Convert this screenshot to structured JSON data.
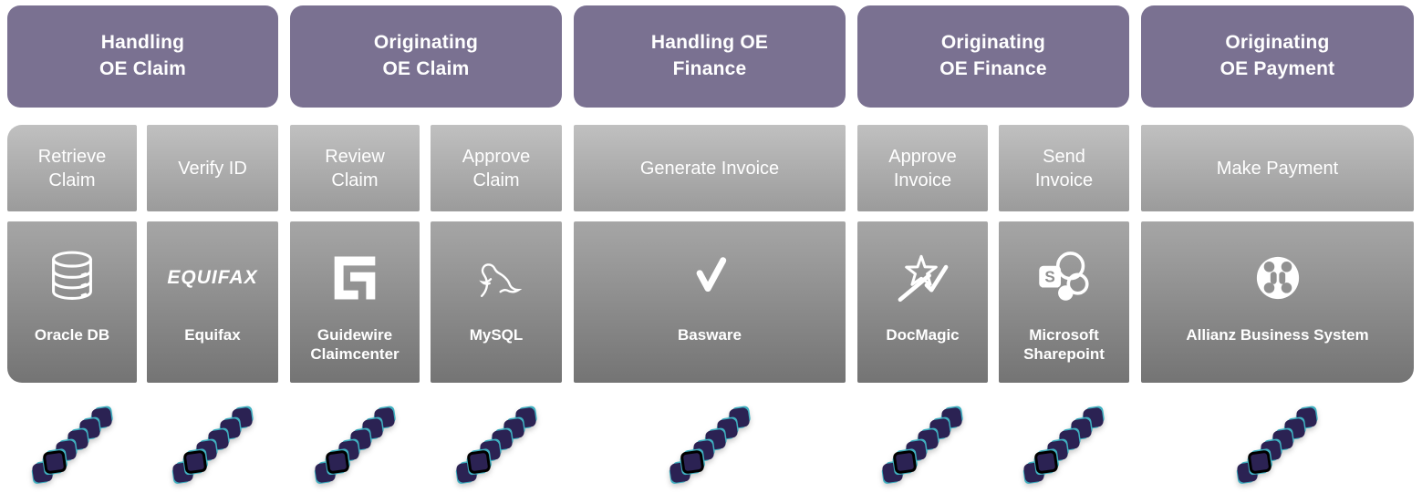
{
  "colors": {
    "header_bg": "#7a7191",
    "step_gradient_top": "#c0c0c0",
    "step_gradient_bottom": "#9b9b9b",
    "system_gradient_top": "#a6a6a6",
    "system_gradient_bottom": "#747474",
    "label_text": "#ffffff",
    "chain_square": "#2b2253",
    "chain_accent": "#3fb0c0",
    "chain_highlight_outline": "#000000"
  },
  "headers": [
    {
      "label": "Handling\nOE Claim"
    },
    {
      "label": "Originating\nOE Claim"
    },
    {
      "label": "Handling OE\nFinance"
    },
    {
      "label": "Originating\nOE Finance"
    },
    {
      "label": "Originating\nOE Payment"
    }
  ],
  "steps": [
    {
      "label": "Retrieve\nClaim"
    },
    {
      "label": "Verify ID"
    },
    {
      "label": "Review\nClaim"
    },
    {
      "label": "Approve\nClaim"
    },
    {
      "label": "Generate Invoice"
    },
    {
      "label": "Approve\nInvoice"
    },
    {
      "label": "Send\nInvoice"
    },
    {
      "label": "Make Payment"
    }
  ],
  "systems": [
    {
      "name": "Oracle DB",
      "icon": "database-icon"
    },
    {
      "name": "Equifax",
      "icon": "equifax-wordmark",
      "logo_text": "EQUIFAX"
    },
    {
      "name": "Guidewire\nClaimcenter",
      "icon": "guidewire-g-logo"
    },
    {
      "name": "MySQL",
      "icon": "mysql-dolphin-icon"
    },
    {
      "name": "Basware",
      "icon": "checkmark-icon"
    },
    {
      "name": "DocMagic",
      "icon": "star-swoosh-icon"
    },
    {
      "name": "Microsoft\nSharepoint",
      "icon": "sharepoint-logo",
      "logo_letter": "S"
    },
    {
      "name": "Allianz Business System",
      "icon": "allianz-circle-icon"
    }
  ],
  "chains": {
    "count": 8,
    "squares_per_chain": 6,
    "highlighted_square_from_bottom": 2
  }
}
